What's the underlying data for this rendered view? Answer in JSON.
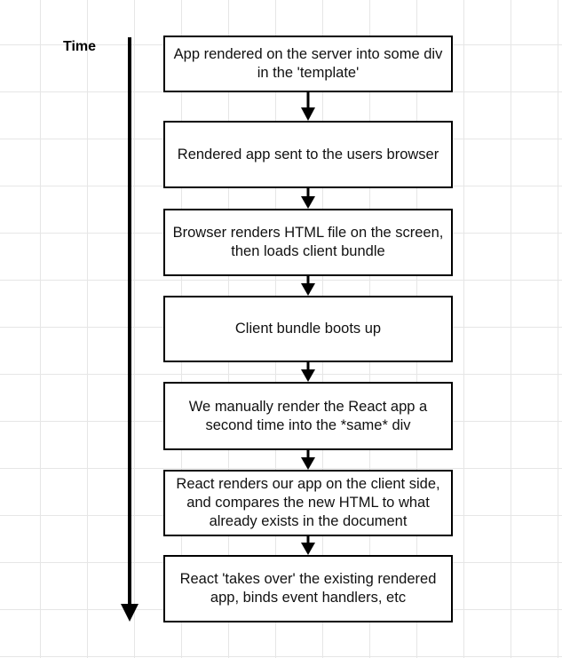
{
  "axis": {
    "label": "Time"
  },
  "steps": [
    {
      "text": "App rendered on the server into some div in the 'template'"
    },
    {
      "text": "Rendered app sent to the users browser"
    },
    {
      "text": "Browser renders HTML file on the screen, then loads client bundle"
    },
    {
      "text": "Client bundle boots up"
    },
    {
      "text": "We manually render the React app a second time into the *same* div"
    },
    {
      "text": "React renders our app on the client side, and compares the new HTML to what already exists in the document"
    },
    {
      "text": "React 'takes over' the existing rendered app, binds event handlers, etc"
    }
  ],
  "colors": {
    "stroke": "#000000",
    "grid": "#e6e6e6",
    "background": "#ffffff"
  }
}
